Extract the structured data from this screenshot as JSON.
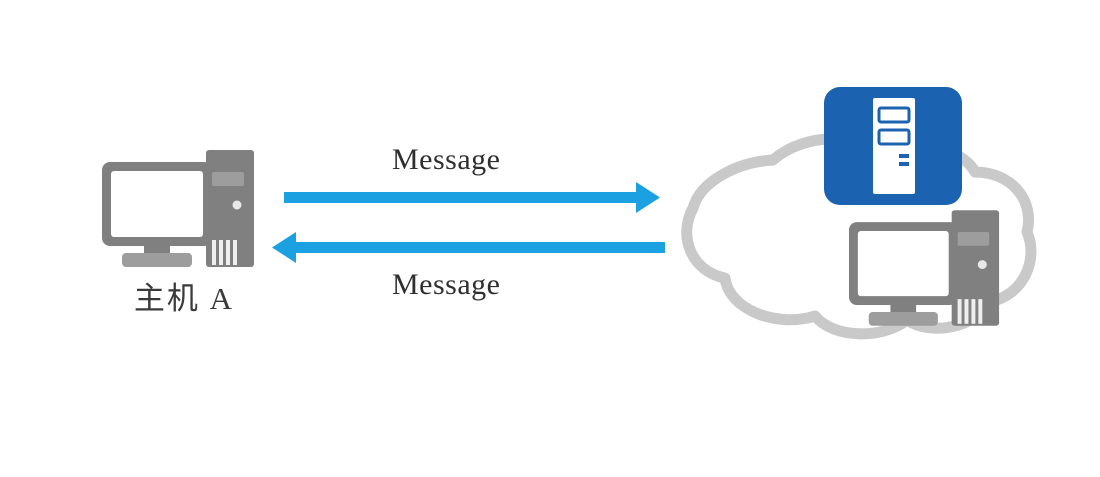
{
  "diagram": {
    "title": "Host A messaging with network cloud",
    "background_color": "#ffffff",
    "nodes": {
      "host_a": {
        "label": "主机 A",
        "icon": "desktop-computer-icon",
        "color": "#808080"
      },
      "cloud": {
        "label": "",
        "icon": "network-cloud-icon",
        "outline_color": "#c9c9c9"
      },
      "server": {
        "label": "",
        "icon": "server-tower-icon",
        "tile_color": "#1b63b0",
        "tower_color": "#ffffff"
      },
      "cloud_host": {
        "label": "",
        "icon": "desktop-computer-icon",
        "color": "#808080"
      }
    },
    "arrows": [
      {
        "name": "arrow-forward",
        "label": "Message",
        "direction": "right",
        "color": "#1ba1e2",
        "label_position": "above"
      },
      {
        "name": "arrow-back",
        "label": "Message",
        "direction": "left",
        "color": "#1ba1e2",
        "label_position": "below"
      }
    ],
    "colors": {
      "arrow": "#1ba1e2",
      "icon_gray": "#808080",
      "cloud_outline": "#c9c9c9",
      "server_blue": "#1b63b0",
      "text": "#2f2f2f"
    }
  }
}
